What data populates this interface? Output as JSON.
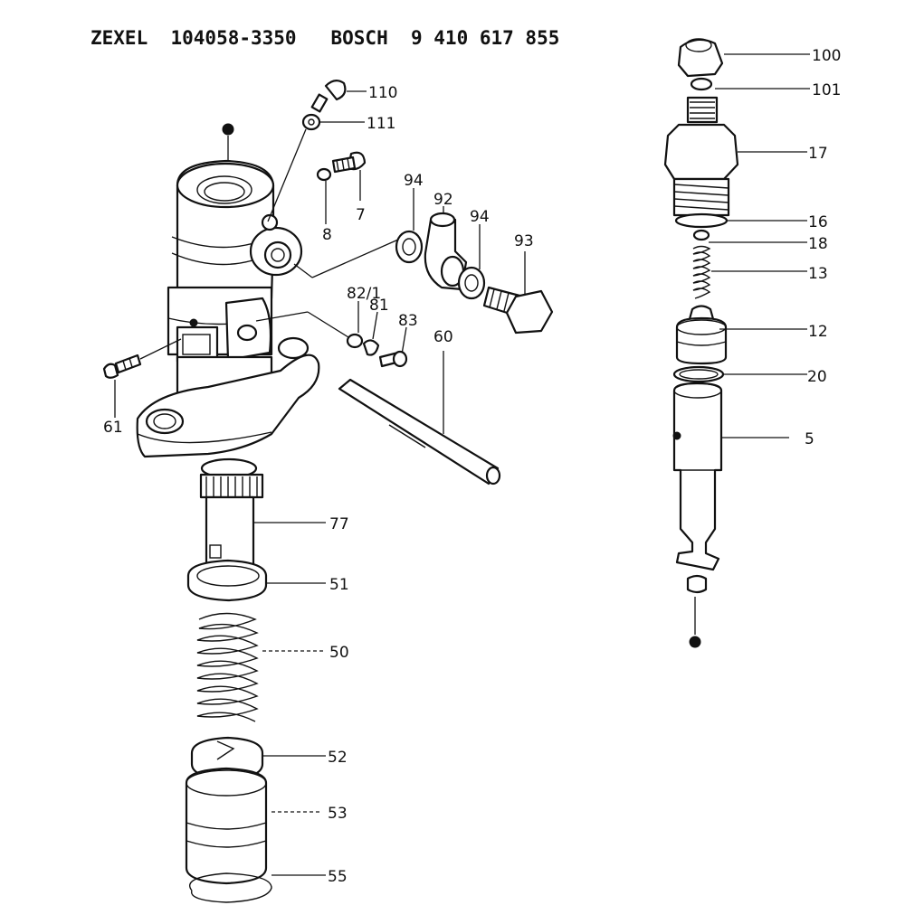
{
  "title": "ZEXEL  104058-3350   BOSCH  9 410 617 855",
  "callouts": {
    "c100": "100",
    "c101": "101",
    "c17": "17",
    "c16": "16",
    "c18": "18",
    "c13": "13",
    "c12": "12",
    "c20": "20",
    "c5": "5",
    "c110": "110",
    "c111": "111",
    "c7": "7",
    "c8": "8",
    "c94a": "94",
    "c92": "92",
    "c94b": "94",
    "c93": "93",
    "c82": "82/1",
    "c81": "81",
    "c83": "83",
    "c60": "60",
    "c61": "61",
    "c77": "77",
    "c51": "51",
    "c50": "50",
    "c52": "52",
    "c53": "53",
    "c55": "55"
  }
}
